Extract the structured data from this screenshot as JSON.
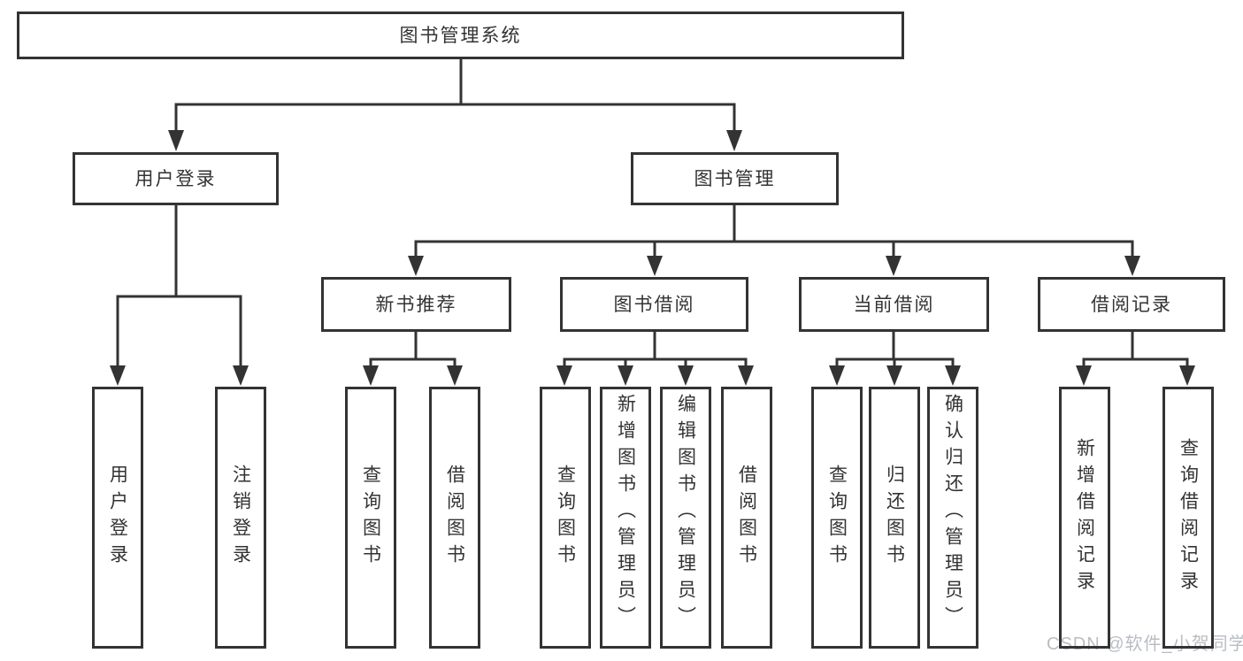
{
  "diagram": {
    "title": "图书管理系统",
    "root": {
      "label": "图书管理系统"
    },
    "level2": [
      {
        "label": "用户登录"
      },
      {
        "label": "图书管理"
      }
    ],
    "level3": [
      {
        "label": "新书推荐"
      },
      {
        "label": "图书借阅"
      },
      {
        "label": "当前借阅"
      },
      {
        "label": "借阅记录"
      }
    ],
    "leaves": [
      {
        "label": "用户登录"
      },
      {
        "label": "注销登录"
      },
      {
        "label": "查询图书"
      },
      {
        "label": "借阅图书"
      },
      {
        "label": "查询图书"
      },
      {
        "label": "新增图书（管理员）"
      },
      {
        "label": "编辑图书（管理员）"
      },
      {
        "label": "借阅图书"
      },
      {
        "label": "查询图书"
      },
      {
        "label": "归还图书"
      },
      {
        "label": "确认归还（管理员）"
      },
      {
        "label": "新增借阅记录"
      },
      {
        "label": "查询借阅记录"
      }
    ]
  },
  "watermark": {
    "text": "CSDN @软件_小贺同学"
  },
  "colors": {
    "line": "#333333",
    "box_border": "#333333",
    "text": "#333333",
    "background": "#ffffff",
    "watermark": "#b9bdc3"
  }
}
